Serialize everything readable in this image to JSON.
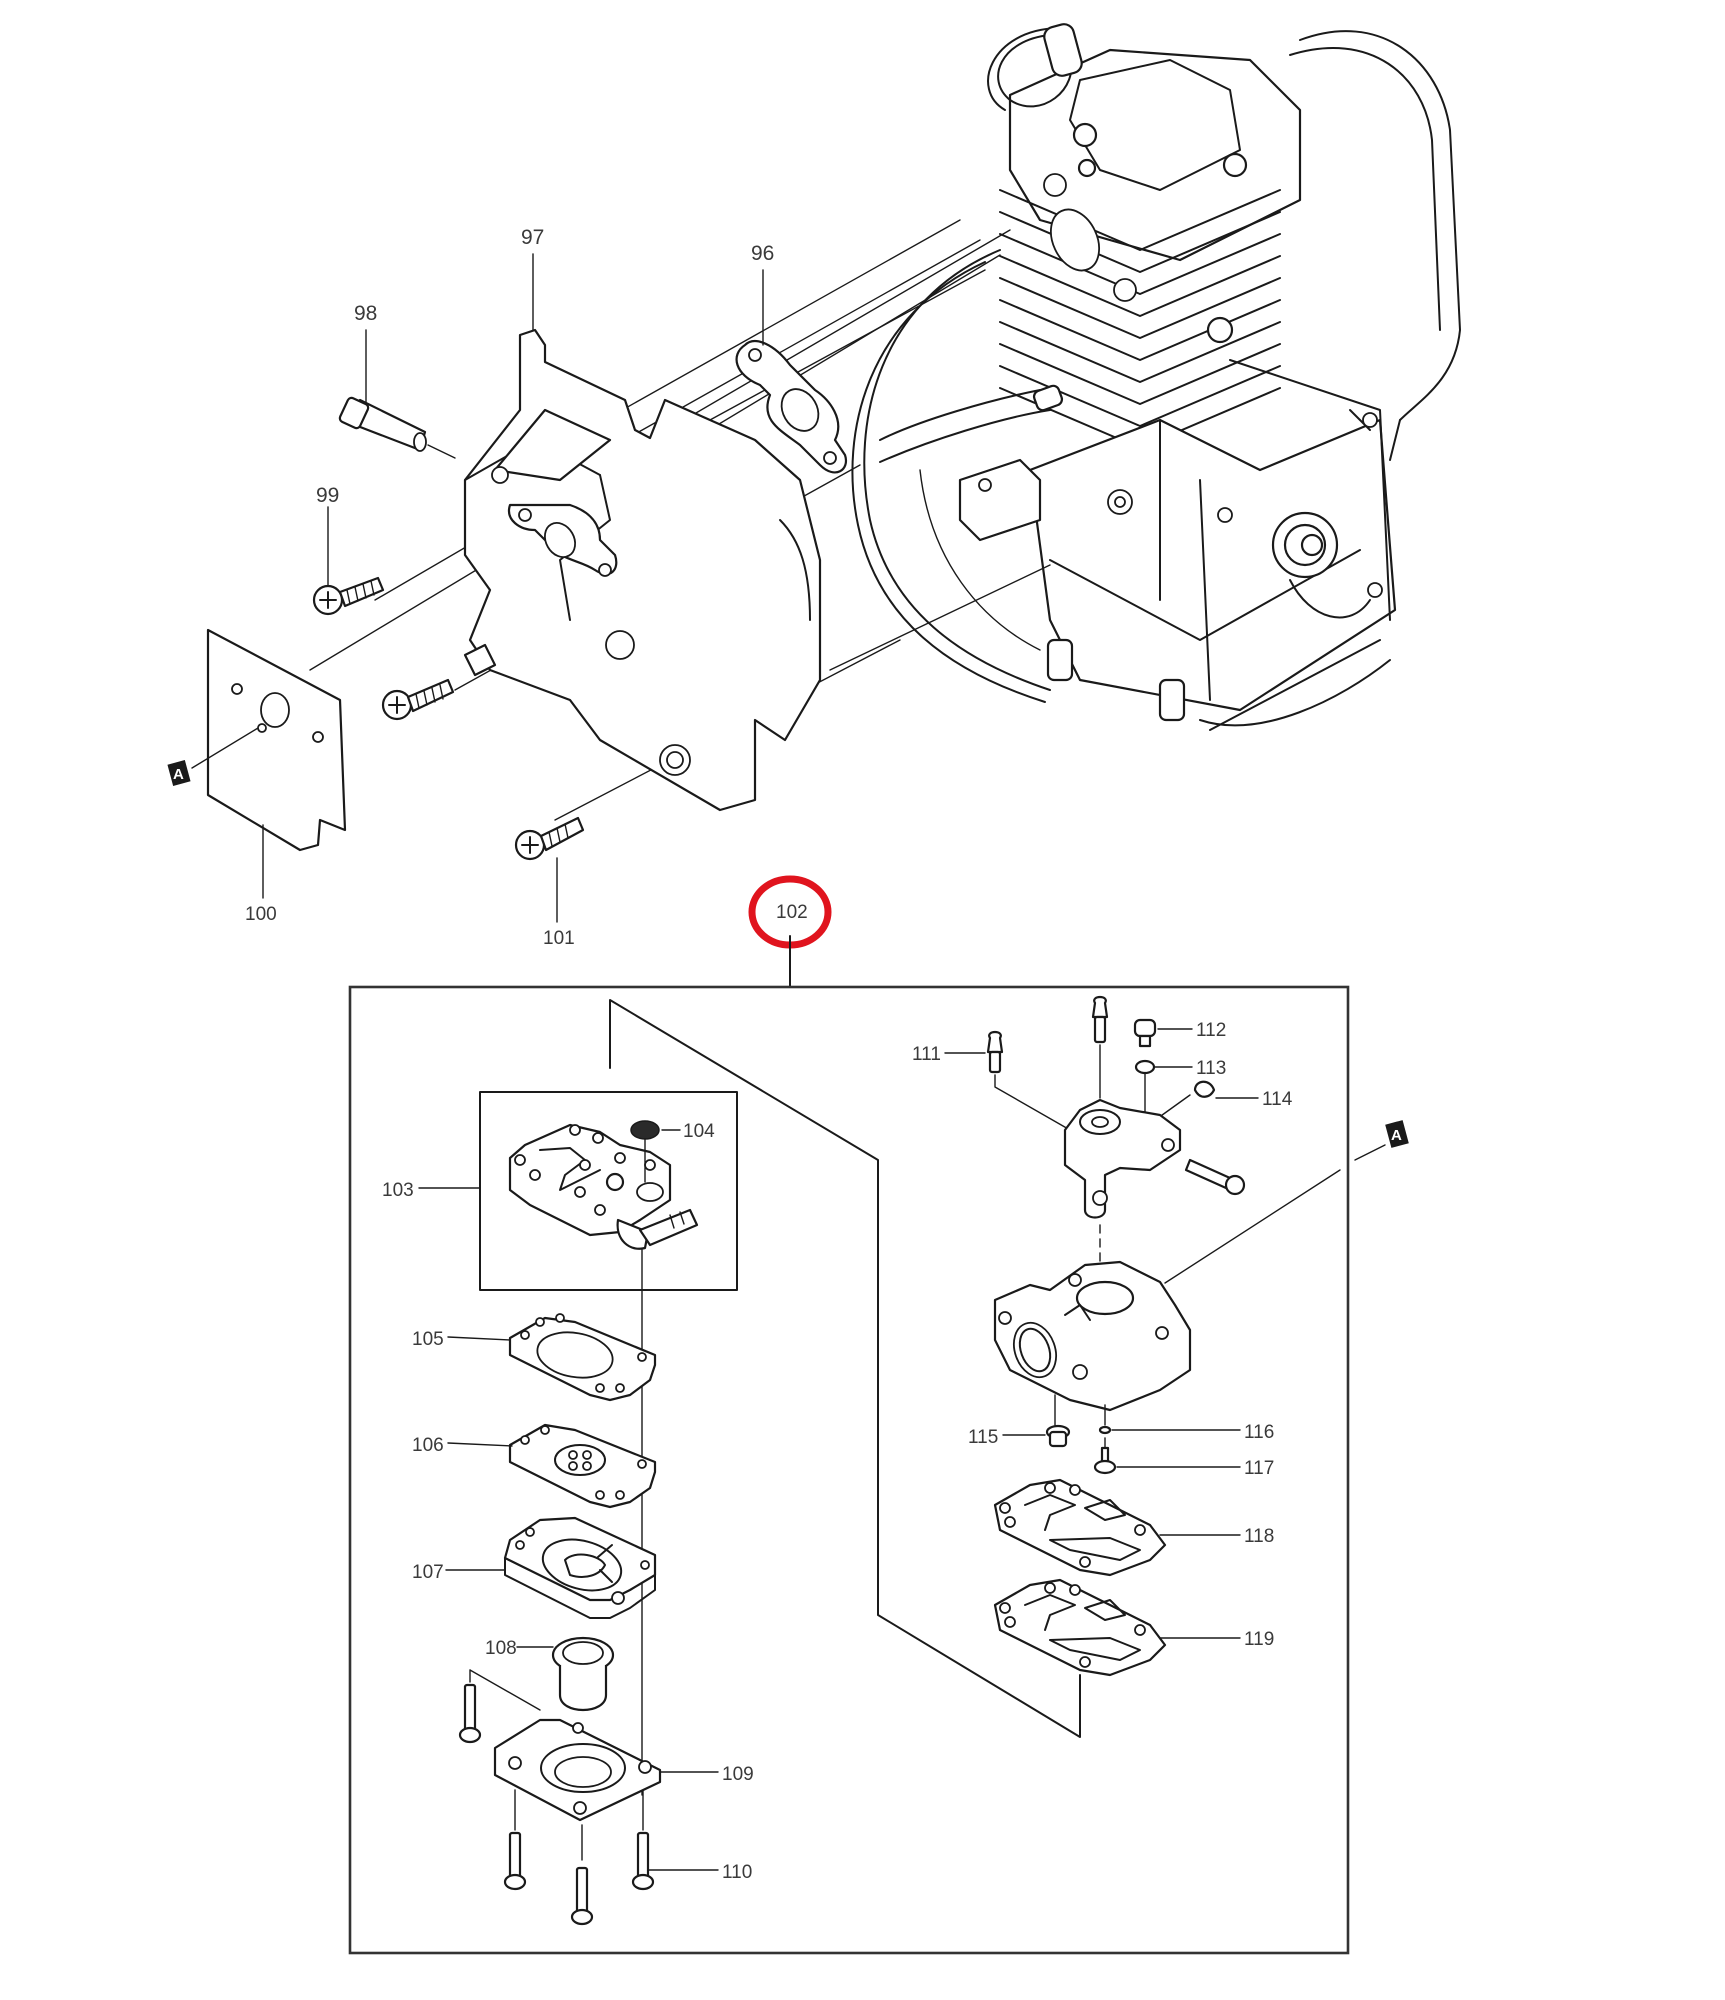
{
  "diagram": {
    "type": "exploded-parts-diagram",
    "subject": "engine carburetor assembly",
    "highlight_color": "#e0141e",
    "highlighted_callout": "102",
    "reference_marker": "A",
    "callouts": {
      "c96": "96",
      "c97": "97",
      "c98": "98",
      "c99": "99",
      "c100": "100",
      "c101": "101",
      "c102": "102",
      "c103": "103",
      "c104": "104",
      "c105": "105",
      "c106": "106",
      "c107": "107",
      "c108": "108",
      "c109": "109",
      "c110": "110",
      "c111": "111",
      "c112": "112",
      "c113": "113",
      "c114": "114",
      "c115": "115",
      "c116": "116",
      "c117": "117",
      "c118": "118",
      "c119": "119"
    }
  }
}
